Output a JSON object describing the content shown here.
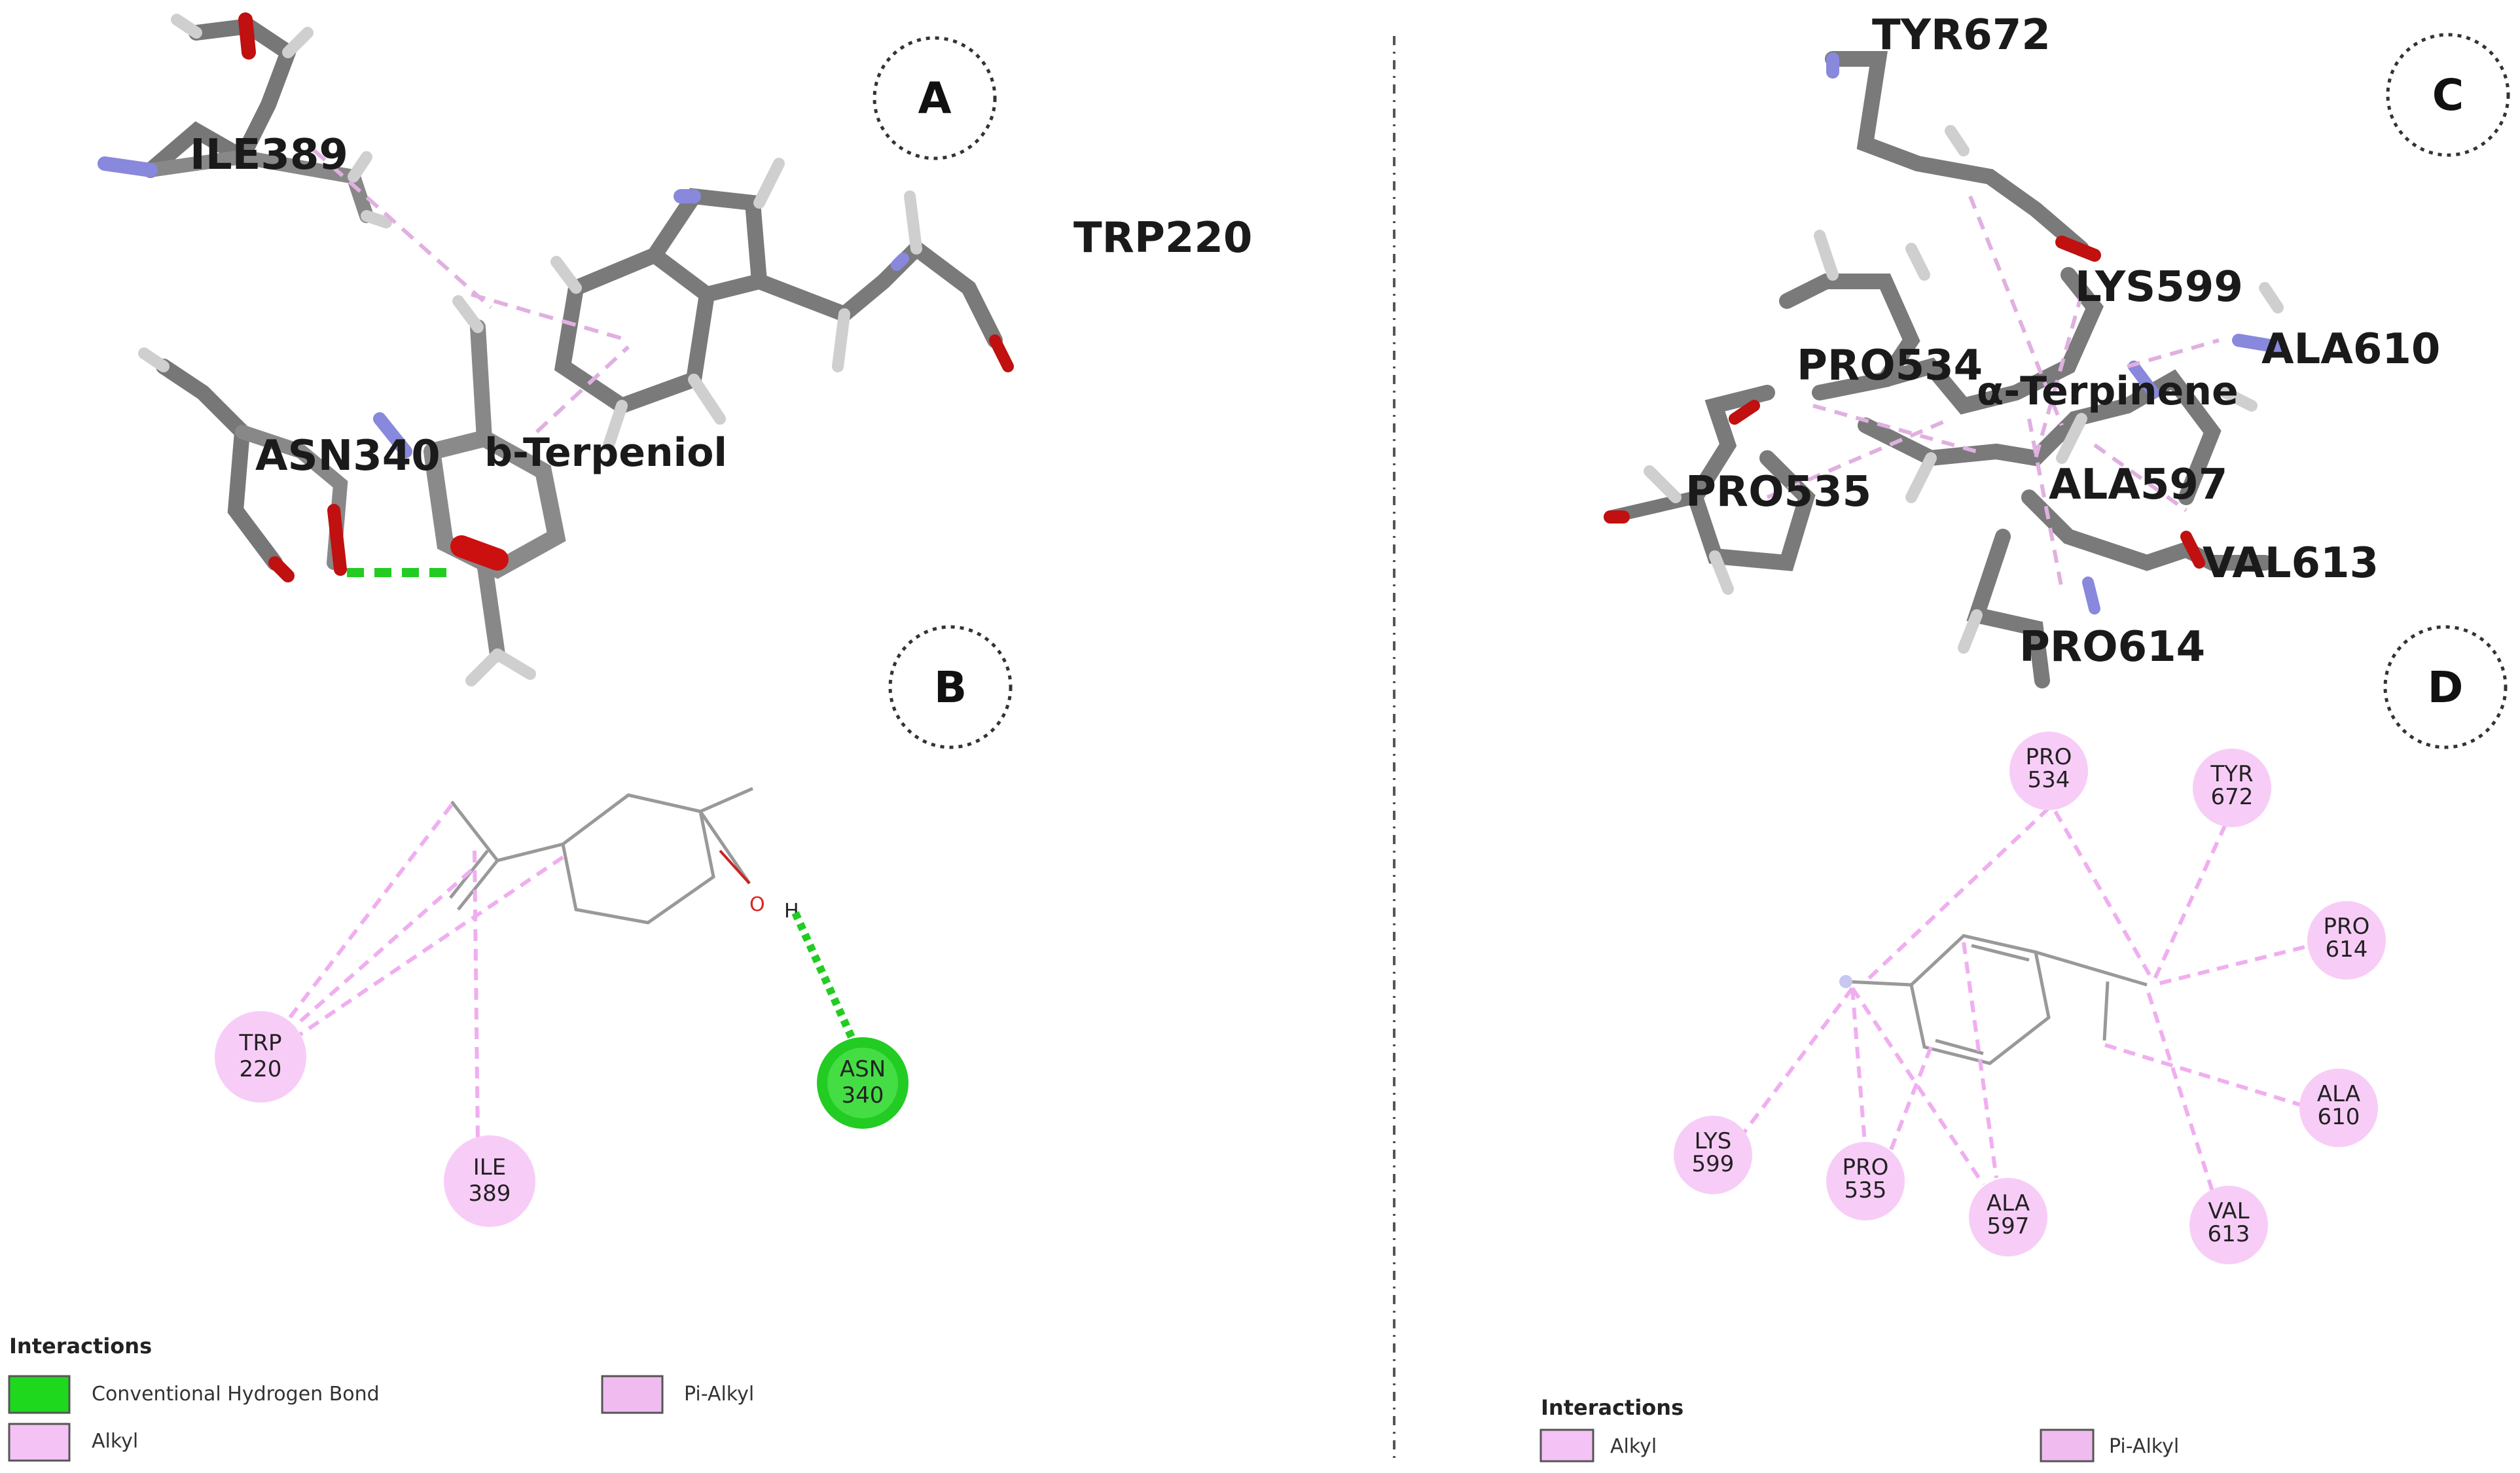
{
  "panel_letters": {
    "a": "A",
    "b": "B",
    "c": "C",
    "d": "D"
  },
  "panel_a": {
    "residues": {
      "ile389": "ILE389",
      "trp220": "TRP220",
      "asn340": "ASN340"
    },
    "ligand": "b-Terpeniol"
  },
  "panel_b": {
    "atoms": {
      "o": "O",
      "h": "H"
    },
    "residues": {
      "trp220": [
        "TRP",
        "220"
      ],
      "ile389": [
        "ILE",
        "389"
      ],
      "asn340": [
        "ASN",
        "340"
      ]
    }
  },
  "panel_c": {
    "residues": {
      "tyr672": "TYR672",
      "lys599": "LYS599",
      "pro534": "PRO534",
      "ala610": "ALA610",
      "pro535": "PRO535",
      "ala597": "ALA597",
      "val613": "VAL613",
      "pro614": "PRO614"
    },
    "ligand": "α-Terpinene"
  },
  "panel_d": {
    "residues": {
      "pro534": [
        "PRO",
        "534"
      ],
      "tyr672": [
        "TYR",
        "672"
      ],
      "pro614": [
        "PRO",
        "614"
      ],
      "ala610": [
        "ALA",
        "610"
      ],
      "val613": [
        "VAL",
        "613"
      ],
      "ala597": [
        "ALA",
        "597"
      ],
      "pro535": [
        "PRO",
        "535"
      ],
      "lys599": [
        "LYS",
        "599"
      ]
    }
  },
  "legend_left": {
    "title": "Interactions",
    "items": [
      {
        "label": "Conventional Hydrogen Bond",
        "color": "#1ed81e"
      },
      {
        "label": "Pi-Alkyl",
        "color": "#f0bcf0"
      },
      {
        "label": "Alkyl",
        "color": "#f5c2f5"
      }
    ]
  },
  "legend_right": {
    "title": "Interactions",
    "items": [
      {
        "label": "Alkyl",
        "color": "#f5c2f5"
      },
      {
        "label": "Pi-Alkyl",
        "color": "#f0bcf0"
      }
    ]
  },
  "colors": {
    "alkyl_pink": "#f5c8f5",
    "alkyl_dash": "#e8a8e8",
    "hbond_green": "#22cc22",
    "stick_gray": "#7a7a7a",
    "oxygen_red": "#cc1111",
    "nitrogen_blue": "#8a8ae0"
  }
}
